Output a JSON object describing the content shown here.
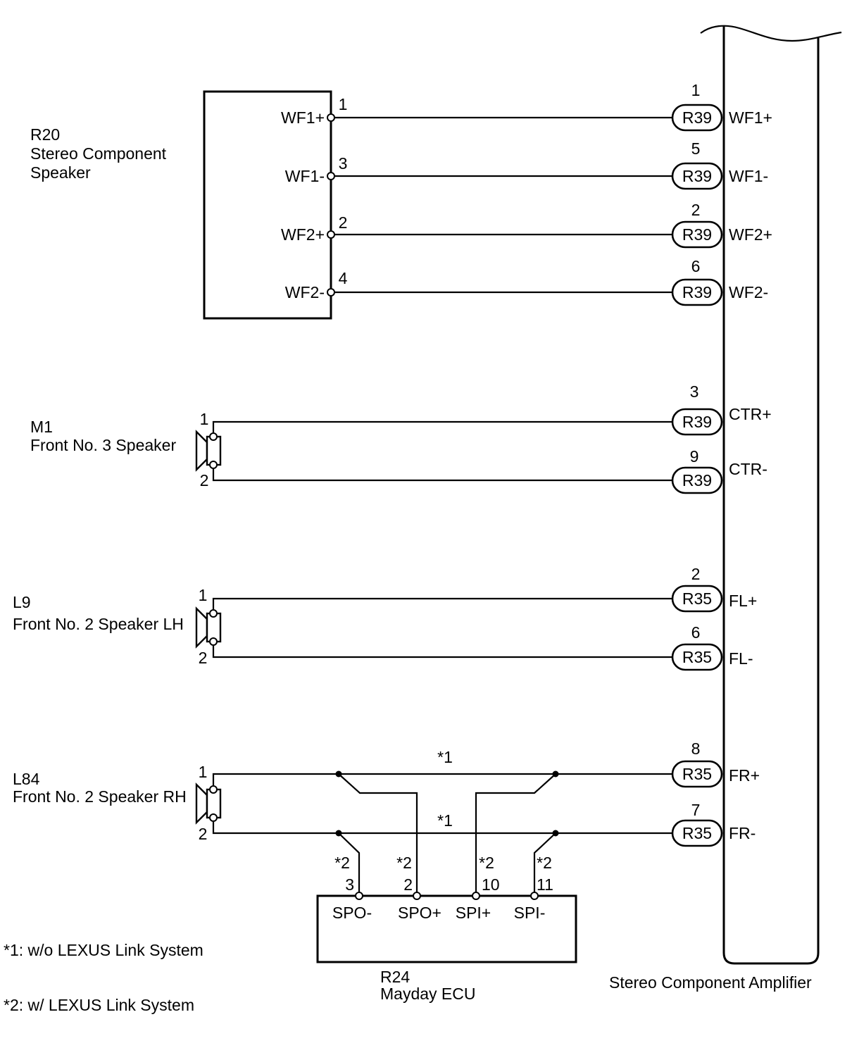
{
  "amplifier": {
    "name": "Stereo Component Amplifier"
  },
  "stereo_speaker": {
    "code": "R20",
    "name_lines": [
      "Stereo Component",
      "Speaker"
    ],
    "pins": [
      {
        "pin": "1",
        "signal": "WF1+",
        "connector": "R39",
        "amp_pin": "1",
        "amp_signal": "WF1+"
      },
      {
        "pin": "3",
        "signal": "WF1-",
        "connector": "R39",
        "amp_pin": "5",
        "amp_signal": "WF1-"
      },
      {
        "pin": "2",
        "signal": "WF2+",
        "connector": "R39",
        "amp_pin": "2",
        "amp_signal": "WF2+"
      },
      {
        "pin": "4",
        "signal": "WF2-",
        "connector": "R39",
        "amp_pin": "6",
        "amp_signal": "WF2-"
      }
    ]
  },
  "front_no3_speaker": {
    "code": "M1",
    "name": "Front No. 3 Speaker",
    "pins": [
      {
        "pin": "1",
        "connector": "R39",
        "amp_pin": "3",
        "amp_signal": "CTR+"
      },
      {
        "pin": "2",
        "connector": "R39",
        "amp_pin": "9",
        "amp_signal": "CTR-"
      }
    ]
  },
  "front_no2_speaker_lh": {
    "code": "L9",
    "name": "Front No. 2 Speaker LH",
    "pins": [
      {
        "pin": "1",
        "connector": "R35",
        "amp_pin": "2",
        "amp_signal": "FL+"
      },
      {
        "pin": "2",
        "connector": "R35",
        "amp_pin": "6",
        "amp_signal": "FL-"
      }
    ]
  },
  "front_no2_speaker_rh": {
    "code": "L84",
    "name": "Front No. 2 Speaker RH",
    "pins": [
      {
        "pin": "1",
        "connector": "R35",
        "amp_pin": "8",
        "amp_signal": "FR+",
        "note": "*1"
      },
      {
        "pin": "2",
        "connector": "R35",
        "amp_pin": "7",
        "amp_signal": "FR-",
        "note": "*1"
      }
    ]
  },
  "mayday_ecu": {
    "code": "R24",
    "name": "Mayday ECU",
    "pins": [
      {
        "pin": "3",
        "signal": "SPO-",
        "note": "*2"
      },
      {
        "pin": "2",
        "signal": "SPO+",
        "note": "*2"
      },
      {
        "pin": "10",
        "signal": "SPI+",
        "note": "*2"
      },
      {
        "pin": "11",
        "signal": "SPI-",
        "note": "*2"
      }
    ]
  },
  "footnotes": [
    "*1: w/o LEXUS Link System",
    "*2: w/ LEXUS Link System"
  ]
}
